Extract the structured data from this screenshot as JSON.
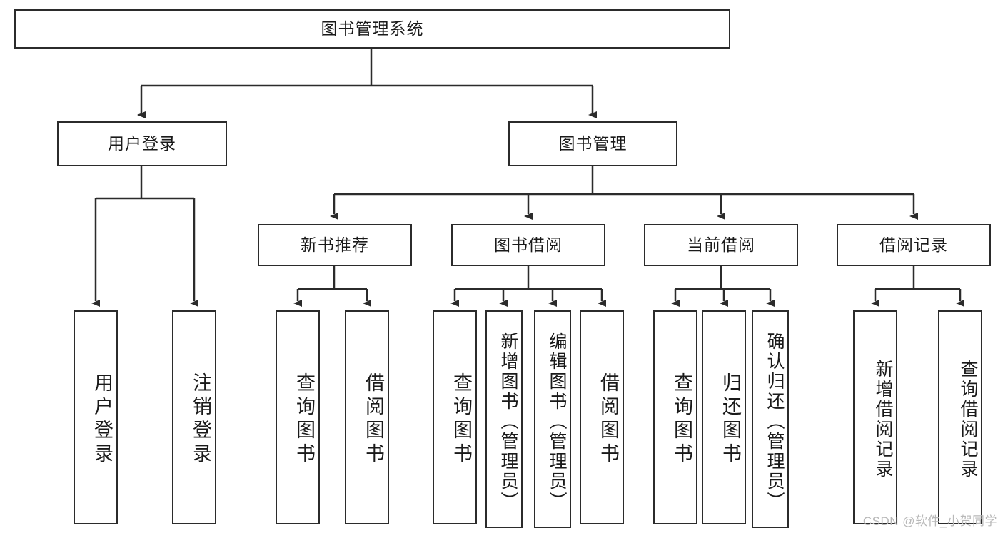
{
  "diagram": {
    "title": "图书管理系统",
    "type": "tree-hierarchy-chart",
    "root": {
      "label": "图书管理系统"
    },
    "level2": [
      {
        "label": "用户登录"
      },
      {
        "label": "图书管理"
      }
    ],
    "level3": [
      {
        "label": "新书推荐"
      },
      {
        "label": "图书借阅"
      },
      {
        "label": "当前借阅"
      },
      {
        "label": "借阅记录"
      }
    ],
    "leaves": {
      "user_login": [
        {
          "label": "用户登录"
        },
        {
          "label": "注销登录"
        }
      ],
      "new_book_recommend": [
        {
          "label": "查询图书"
        },
        {
          "label": "借阅图书"
        }
      ],
      "book_borrow": [
        {
          "label": "查询图书"
        },
        {
          "label": "新增图书（管理员）"
        },
        {
          "label": "编辑图书（管理员）"
        },
        {
          "label": "借阅图书"
        }
      ],
      "current_borrow": [
        {
          "label": "查询图书"
        },
        {
          "label": "归还图书"
        },
        {
          "label": "确认归还（管理员）"
        }
      ],
      "borrow_records": [
        {
          "label": "新增借阅记录"
        },
        {
          "label": "查询借阅记录"
        }
      ]
    }
  },
  "watermark": {
    "text": "CSDN @软件_小贺同学"
  },
  "colors": {
    "border": "#2b2b2b",
    "background": "#ffffff",
    "text": "#1a1a1a",
    "watermark": "#b8b8b8"
  }
}
